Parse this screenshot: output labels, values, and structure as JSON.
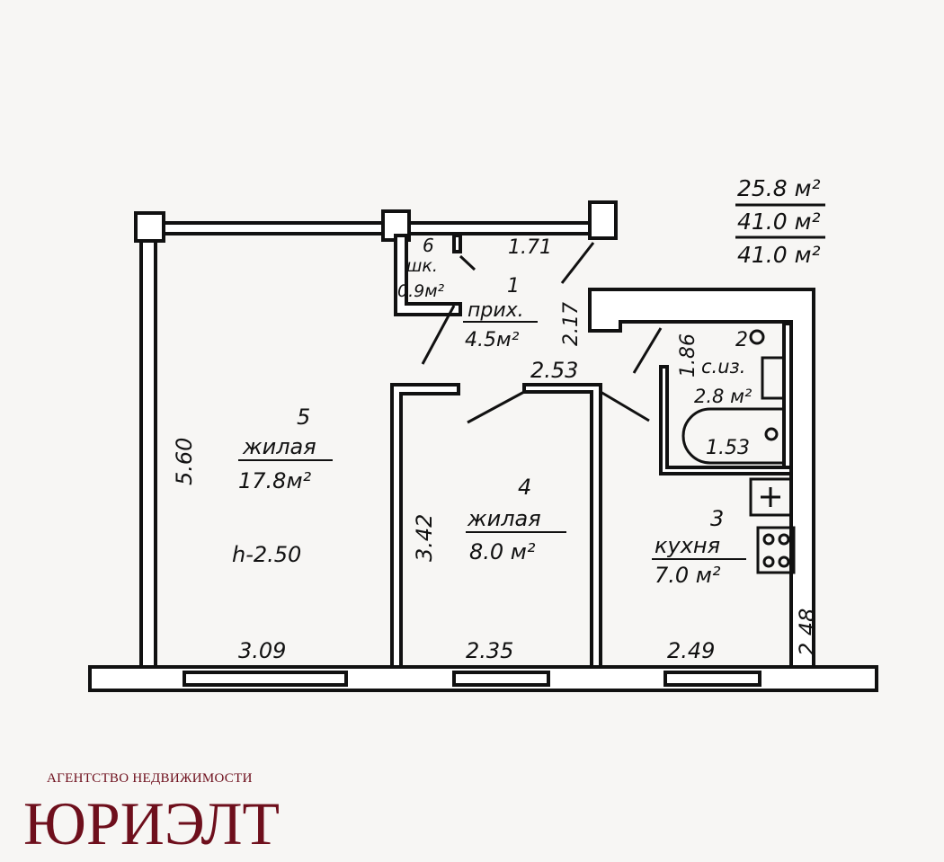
{
  "totals": {
    "living": "25.8 м²",
    "total": "41.0 м²",
    "overall": "41.0 м²"
  },
  "rooms": [
    {
      "num": "1",
      "name": "прих.",
      "area": "4.5м²"
    },
    {
      "num": "2",
      "name": "с.uз.",
      "area": "2.8 м²"
    },
    {
      "num": "3",
      "name": "кухня",
      "area": "7.0 м²"
    },
    {
      "num": "4",
      "name": "жилая",
      "area": "8.0 м²"
    },
    {
      "num": "5",
      "name": "жилая",
      "area": "17.8м²"
    },
    {
      "num": "6",
      "name": "шк.",
      "area": "0.9м²"
    }
  ],
  "dimensions": {
    "d560": "5.60",
    "d342": "3.42",
    "d309": "3.09",
    "d235": "2.35",
    "d249": "2.49",
    "d248": "2.48",
    "d171": "1.71",
    "d217": "2.17",
    "d253": "2.53",
    "d186": "1.86",
    "d153": "1.53"
  },
  "height": "h-2.50",
  "logo": {
    "subtitle": "АГЕНТСТВО НЕДВИЖИМОСТИ",
    "name": "ЮРИЭЛТ",
    "color": "#6e0f1c"
  }
}
